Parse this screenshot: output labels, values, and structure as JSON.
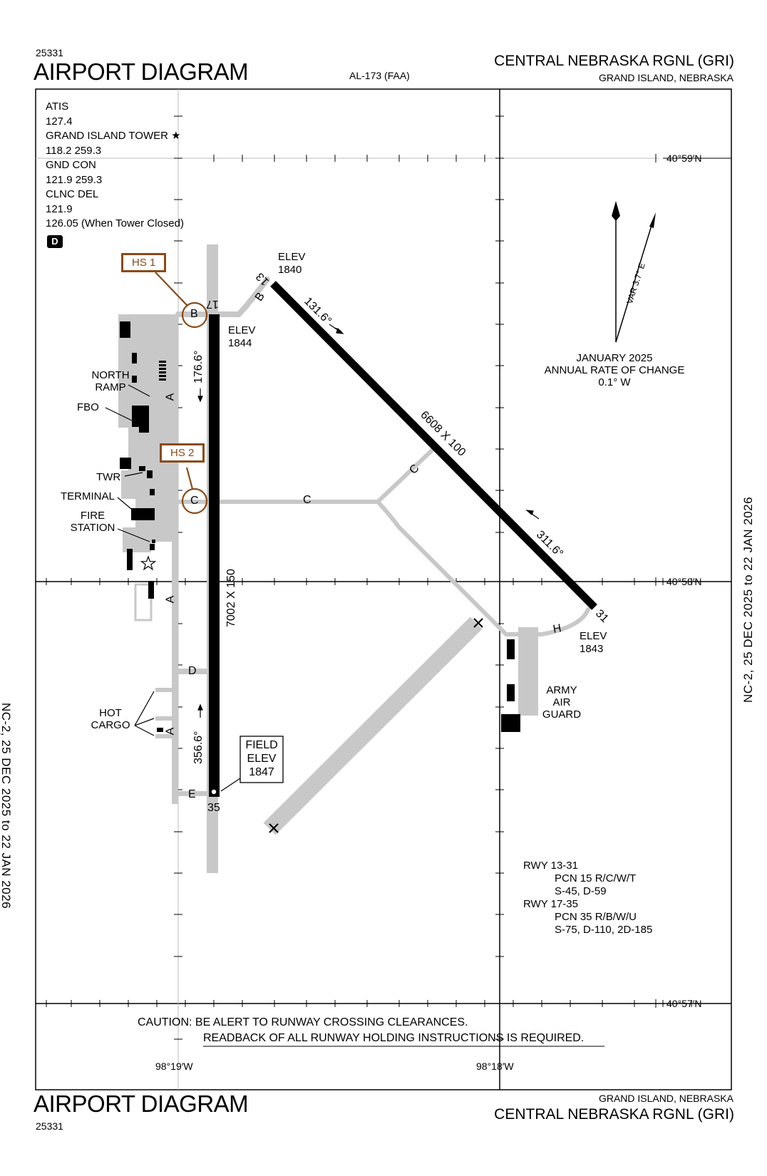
{
  "header": {
    "chart_id_top": "25331",
    "title_top": "AIRPORT DIAGRAM",
    "procedure_id": "AL-173 (FAA)",
    "airport_name_top": "CENTRAL NEBRASKA RGNL (GRI)",
    "location_top": "GRAND ISLAND,  NEBRASKA"
  },
  "frequencies": {
    "lines": [
      "ATIS",
      "127.4",
      "GRAND ISLAND TOWER ★",
      "118.2  259.3",
      "GND CON",
      "121.9  259.3",
      "CLNC DEL",
      "121.9",
      "126.05 (When Tower Closed)"
    ],
    "airspace_badge": "D"
  },
  "hot_spots": {
    "hs1": "HS 1",
    "hs2": "HS 2"
  },
  "runways": {
    "rwy_17_35": {
      "label_17": "17",
      "label_35": "35",
      "dimensions": "7002 X 150",
      "heading_north": "176.6°",
      "heading_south": "356.6°",
      "elev_north_label": "ELEV",
      "elev_north_value": "1844"
    },
    "rwy_13_31": {
      "label_13": "13",
      "label_31": "31",
      "dimensions": "6608 X 100",
      "heading_nw": "131.6°",
      "heading_se": "311.6°",
      "elev_nw_label": "ELEV",
      "elev_nw_value": "1840",
      "elev_se_label": "ELEV",
      "elev_se_value": "1843"
    }
  },
  "field_elevation": {
    "line1": "FIELD",
    "line2": "ELEV",
    "value": "1847"
  },
  "taxiways": {
    "A_upper": "A",
    "A_middle": "A",
    "A_lower": "A",
    "B_main": "B",
    "B_connector": "B",
    "C_main": "C",
    "C_west": "C",
    "C_diag": "C",
    "D": "D",
    "E": "E",
    "H": "H"
  },
  "facility_labels": {
    "north_ramp_1": "NORTH",
    "north_ramp_2": "RAMP",
    "fbo": "FBO",
    "twr": "TWR",
    "terminal": "TERMINAL",
    "fire_1": "FIRE",
    "fire_2": "STATION",
    "hot_cargo_1": "HOT",
    "hot_cargo_2": "CARGO",
    "army_1": "ARMY",
    "army_2": "AIR",
    "army_3": "GUARD"
  },
  "closed_markers": {
    "ne": "X",
    "sw": "X"
  },
  "magnetic_variation": {
    "var_label": "VAR 3.7° E",
    "epoch_line1": "JANUARY 2025",
    "epoch_line2": "ANNUAL RATE OF CHANGE",
    "epoch_line3": "0.1° W"
  },
  "coordinates": {
    "lat_59": "40°59′N",
    "lat_58": "40°58′N",
    "lat_57": "40°57′N",
    "lon_19": "98°19′W",
    "lon_18": "98°18′W"
  },
  "pavement": {
    "lines": [
      "RWY 13-31",
      "PCN 15 R/C/W/T",
      "S-45, D-59",
      "RWY 17-35",
      "PCN 35 R/B/W/U",
      "S-75, D-110, 2D-185"
    ]
  },
  "caution": {
    "line1": "CAUTION: BE ALERT TO RUNWAY CROSSING CLEARANCES.",
    "line2": "READBACK OF ALL RUNWAY HOLDING INSTRUCTIONS IS REQUIRED."
  },
  "side_text": {
    "left": "NC-2,  25 DEC 2025  to  22 JAN 2026",
    "right": "NC-2,  25 DEC 2025  to  22 JAN 2026"
  },
  "footer": {
    "location_bottom": "GRAND ISLAND,  NEBRASKA",
    "title_bottom": "AIRPORT DIAGRAM",
    "airport_name_bottom": "CENTRAL NEBRASKA RGNL (GRI)",
    "chart_id_bottom": "25331"
  },
  "colors": {
    "runway": "#000000",
    "taxiway": "#c8c8c8",
    "apron": "#c8c8c8",
    "hot_spot": "#8a4a16",
    "grid": "#000000"
  }
}
